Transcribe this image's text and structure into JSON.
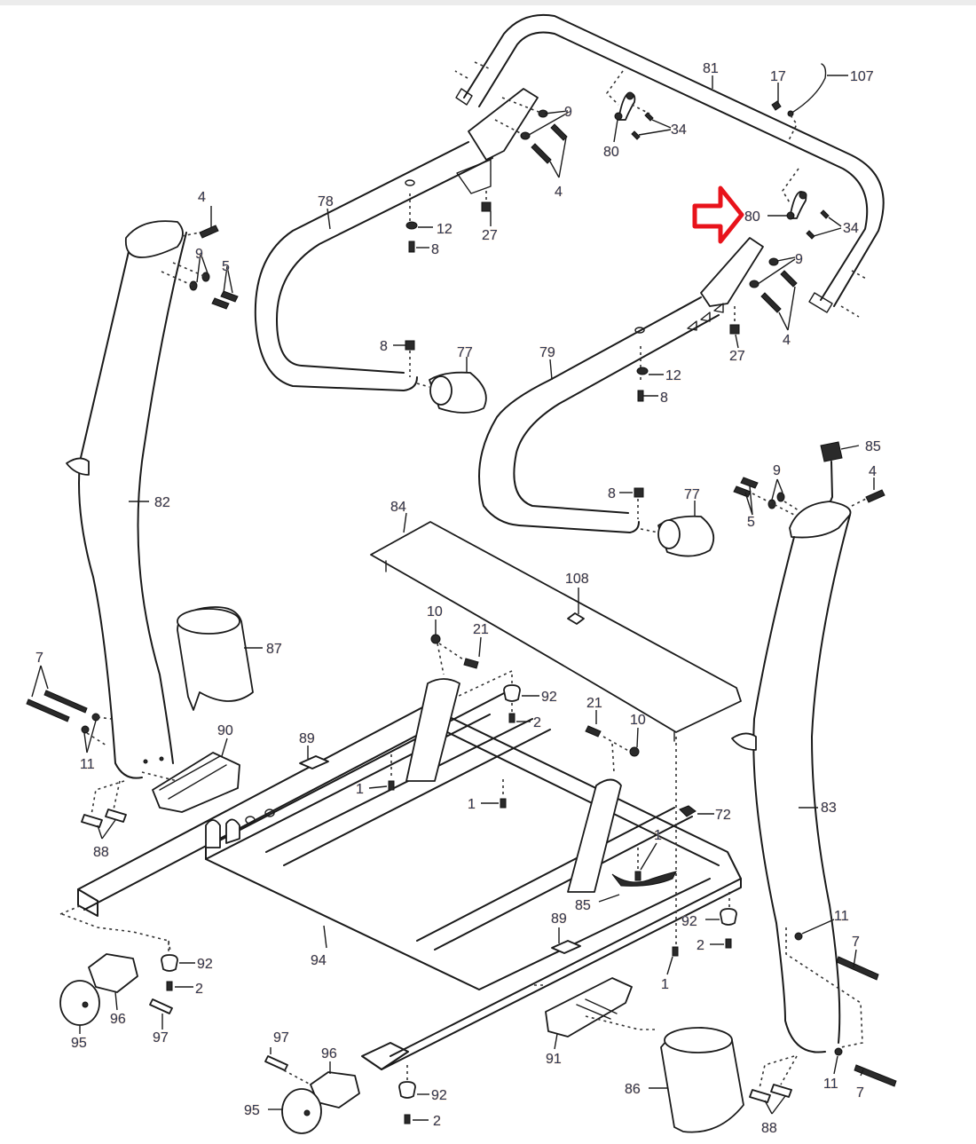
{
  "diagram": {
    "type": "exploded-parts-diagram",
    "subject": "treadmill upright and handrail assembly",
    "highlight": {
      "part": "80",
      "indicator": "red-outline-arrow",
      "color": "#e8131b"
    },
    "label_color": "#2d3a5c",
    "line_color": "#1a1a1a"
  },
  "callouts": {
    "c81": "81",
    "c17": "17",
    "c107": "107",
    "c9a": "9",
    "c34a": "34",
    "c80a": "80",
    "c4a": "4",
    "c78": "78",
    "c12a": "12",
    "c8a": "8",
    "c27a": "27",
    "c80b": "80",
    "c34b": "34",
    "c9b": "9",
    "c4b": "4",
    "c27b": "27",
    "c4c": "4",
    "c9c": "9",
    "c5a": "5",
    "c8b": "8",
    "c77a": "77",
    "c79": "79",
    "c12b": "12",
    "c8c": "8",
    "c85a": "85",
    "c9d": "9",
    "c5b": "5",
    "c4d": "4",
    "c8d": "8",
    "c77b": "77",
    "c82": "82",
    "c84": "84",
    "c108": "108",
    "c87": "87",
    "c7a": "7",
    "c11a": "11",
    "c90": "90",
    "c88a": "88",
    "c10a": "10",
    "c21a": "21",
    "c92a": "92",
    "c2a": "2",
    "c21b": "21",
    "c10b": "10",
    "c89a": "89",
    "c1a": "1",
    "c1b": "1",
    "c72": "72",
    "c1c": "1",
    "c83": "83",
    "c85b": "85",
    "c92b": "92",
    "c2b": "2",
    "c1d": "1",
    "c89b": "89",
    "c94": "94",
    "c92c": "92",
    "c2c": "2",
    "c96a": "96",
    "c95a": "95",
    "c97a": "97",
    "c11b": "11",
    "c7b": "7",
    "c97b": "97",
    "c96b": "96",
    "c95b": "95",
    "c92d": "92",
    "c2d": "2",
    "c91": "91",
    "c86": "86",
    "c88b": "88",
    "c11c": "11",
    "c7c": "7"
  }
}
